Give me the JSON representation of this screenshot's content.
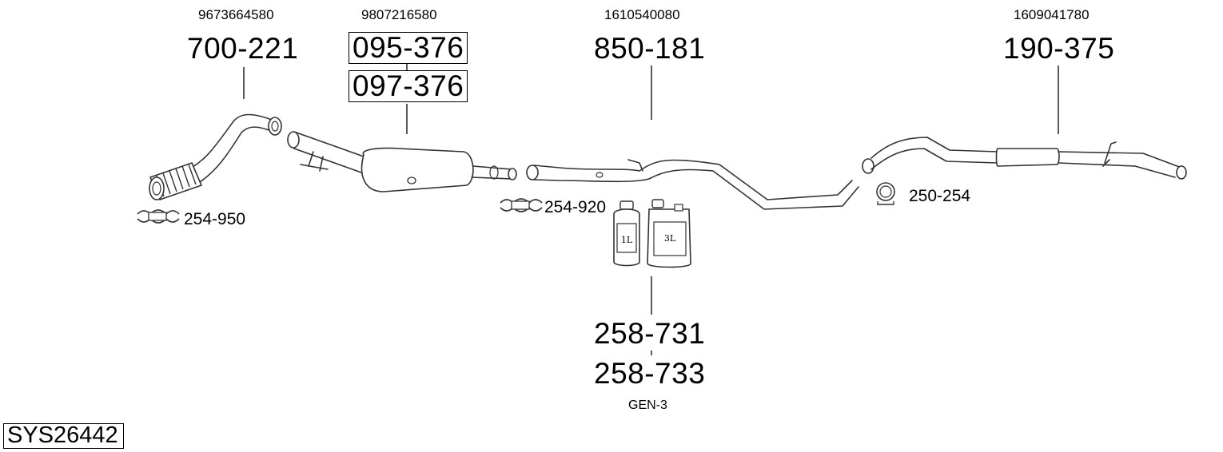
{
  "diagram": {
    "system_code": "SYS26442",
    "oe_numbers": {
      "oe1": "9673664580",
      "oe2": "9807216580",
      "oe3": "1610540080",
      "oe4": "1609041780"
    },
    "parts": {
      "front_pipe": "700-221",
      "dpf_a": "095-376",
      "dpf_b": "097-376",
      "middle_pipe": "850-181",
      "rear_silencer": "190-375",
      "additive_1l": "258-731",
      "additive_3l": "258-733"
    },
    "clamps": {
      "clamp1": "254-950",
      "clamp2": "254-920",
      "clamp3": "250-254"
    },
    "additive_type": "GEN-3",
    "bottle_labels": {
      "small": "1L",
      "large": "3L"
    }
  }
}
